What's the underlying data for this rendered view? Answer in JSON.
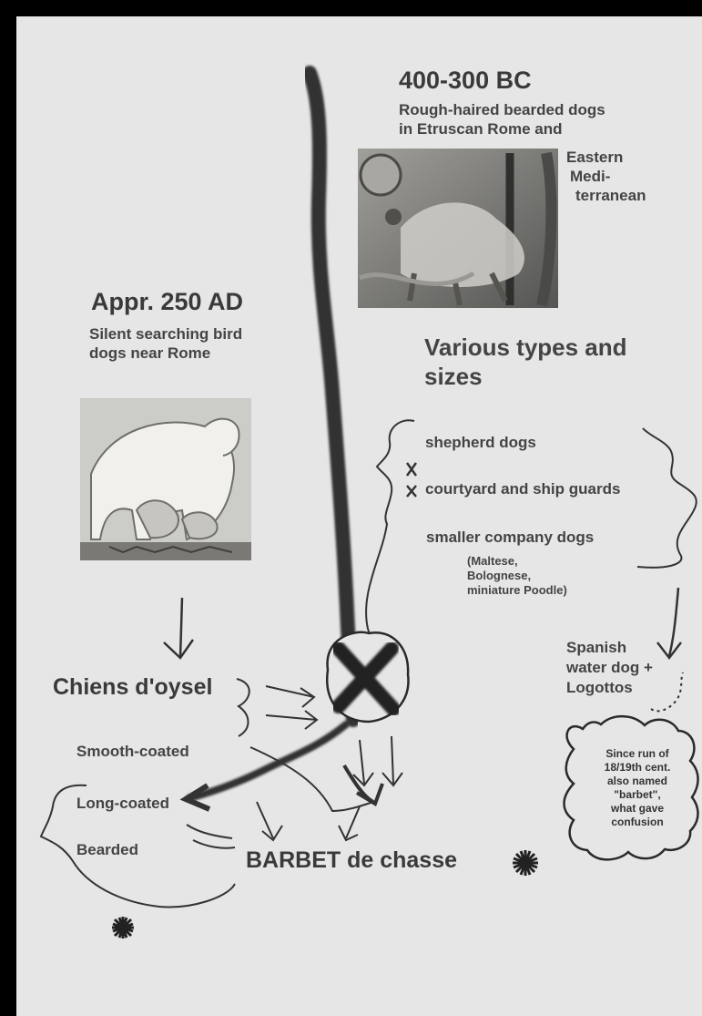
{
  "top_section": {
    "date": "400-300 BC",
    "description_lines": [
      "Rough-haired bearded dogs",
      "in Etruscan Rome and"
    ],
    "description_side_lines": [
      "Eastern",
      "Medi-",
      "terranean"
    ]
  },
  "left_section": {
    "date": "Appr. 250 AD",
    "description_lines": [
      "Silent searching bird",
      "dogs near Rome"
    ]
  },
  "various": {
    "title_lines": [
      "Various types and",
      "sizes"
    ],
    "items": [
      {
        "marker": "x",
        "label": "shepherd dogs"
      },
      {
        "marker": "x",
        "label": "courtyard and ship guards"
      },
      {
        "marker": "",
        "label": "smaller company dogs"
      }
    ],
    "company_examples": [
      "(Maltese,",
      "Bolognese,",
      "miniature Poodle)"
    ]
  },
  "spanish": {
    "lines": [
      "Spanish",
      "water dog +",
      "Logottos"
    ]
  },
  "cloud_note": {
    "lines": [
      "Since run of",
      "18/19th cent.",
      "also named",
      "\"barbet\",",
      "what gave",
      "confusion"
    ]
  },
  "chiens": {
    "title": "Chiens d'oysel",
    "types": [
      "Smooth-coated",
      "Long-coated",
      "Bearded"
    ]
  },
  "result": {
    "label": "BARBET de chasse"
  },
  "colors": {
    "background": "#e6e6e6",
    "border": "#000000",
    "text": "#3c3c3c",
    "stroke": "#2a2a2a"
  }
}
